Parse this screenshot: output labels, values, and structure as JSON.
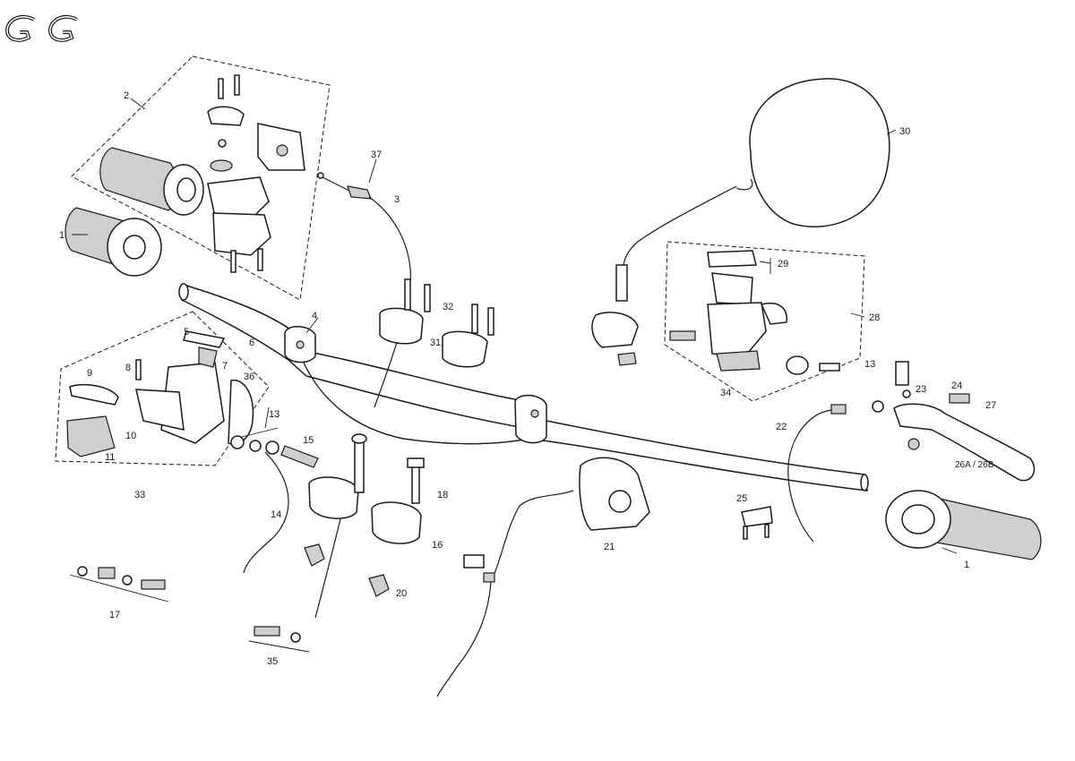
{
  "brand": {
    "logo_text": "GG"
  },
  "callouts": {
    "grip_left": "1",
    "grip_right": "1",
    "throttle_assembly": "2",
    "throttle_cable": "3",
    "handlebar": "4",
    "pump_cover_left": "5",
    "diaphragm": "6",
    "cap_plate": "7",
    "bolt_8": "8",
    "lever_left": "9",
    "pin_10": "10",
    "switch_left": "11",
    "washer_13_left": "13",
    "washer_13_right": "13",
    "hose_14": "14",
    "banjo_15": "15",
    "riser_lower": "16",
    "fitting_kit_17": "17",
    "bolt_18": "18",
    "nut_20": "20",
    "switch_right": "21",
    "brake_hose_22": "22",
    "screw_23": "23",
    "bolt_24": "24",
    "clip_25": "25",
    "brake_lever": "26A / 26B",
    "spring_27": "27",
    "master_cylinder_right": "28",
    "reservoir_cap": "29",
    "mirror": "30",
    "riser_upper": "31",
    "bolts_32": "32",
    "master_cylinder_left": "33",
    "pump_body": "34",
    "fitting_kit_35": "35",
    "clamp_36": "36",
    "cable_end_37": "37"
  }
}
